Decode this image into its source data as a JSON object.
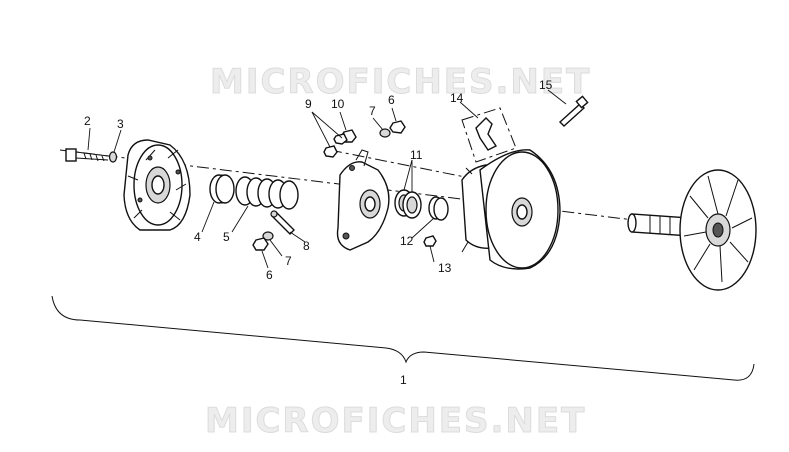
{
  "watermarks": {
    "top": "MICROFICHES.NET",
    "bottom": "MICROFICHES.NET"
  },
  "callouts": {
    "c1": "1",
    "c2": "2",
    "c3": "3",
    "c4": "4",
    "c5": "5",
    "c6a": "6",
    "c6b": "6",
    "c7a": "7",
    "c7b": "7",
    "c8": "8",
    "c9": "9",
    "c10": "10",
    "c11": "11",
    "c12": "12",
    "c13": "13",
    "c14": "14",
    "c15": "15"
  }
}
